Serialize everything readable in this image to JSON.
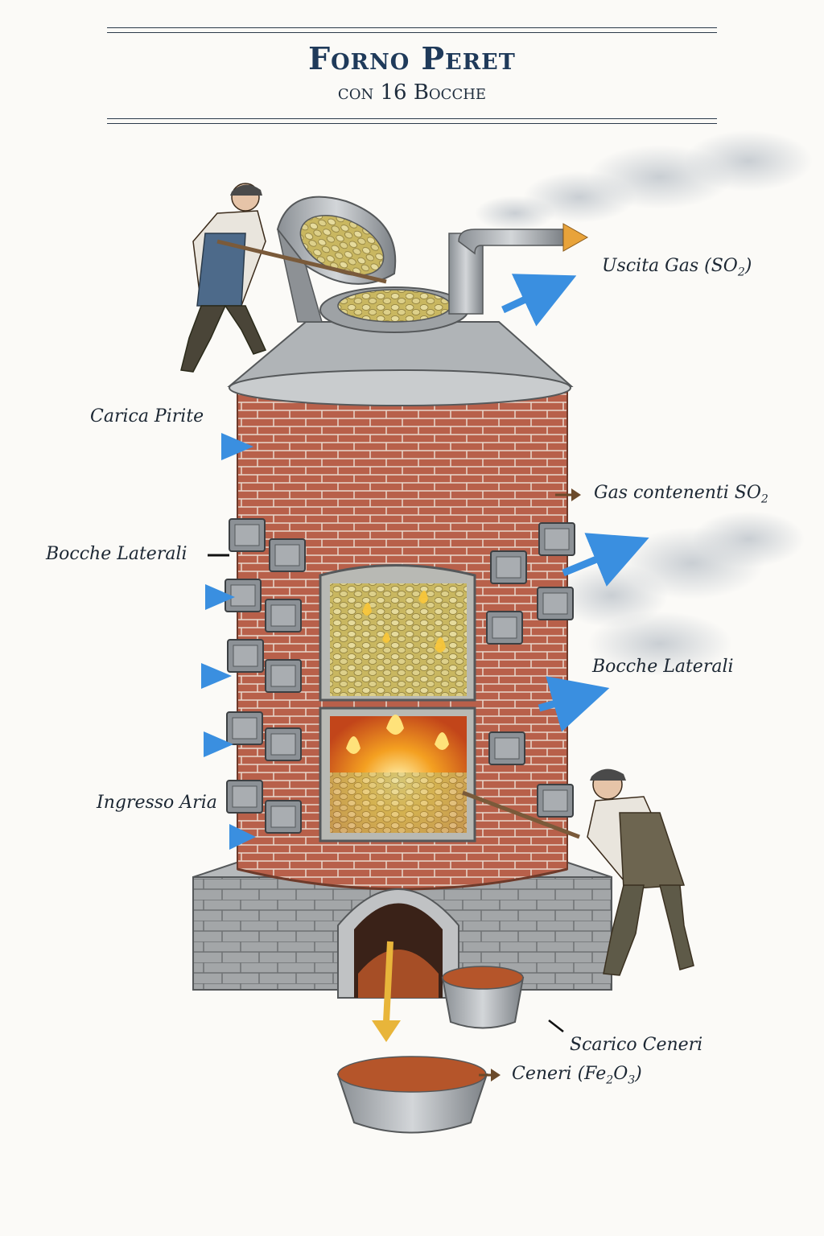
{
  "header": {
    "title": "Forno Peret",
    "subtitle": "con 16 Bocche"
  },
  "labels": {
    "gas_exit": {
      "text": "Uscita Gas (SO",
      "sub": "2",
      "close": ")"
    },
    "pyrite_load": "Carica Pirite",
    "gas_so2": {
      "text": "Gas contenenti SO",
      "sub": "2"
    },
    "side_doors_left": "Bocche Laterali",
    "side_doors_right": "Bocche Laterali",
    "air_inlet": "Ingresso Aria",
    "ash_discharge": "Scarico Ceneri",
    "ash": {
      "text": "Ceneri (Fe",
      "sub1": "2",
      "mid": "O",
      "sub2": "3",
      "close": ")"
    }
  },
  "colors": {
    "title": "#1f3a5a",
    "brick": "#b8604a",
    "stone": "#9a9d9f",
    "fire": "#f4a021",
    "air_arrow": "#3a8fe0",
    "gas_arrow": "#e8a33a",
    "pointer": "#6b4a2b"
  }
}
